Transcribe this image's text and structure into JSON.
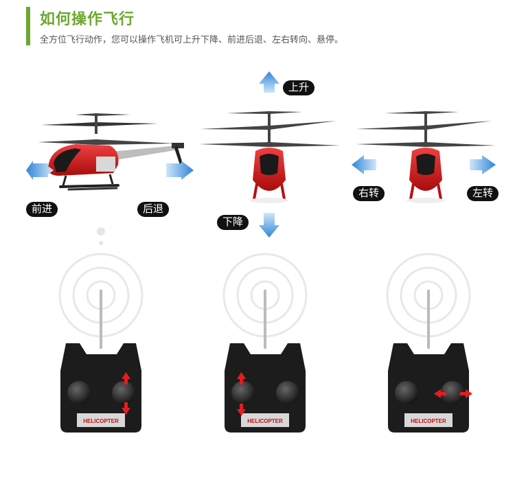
{
  "header": {
    "title": "如何操作飞行",
    "subtitle": "全方位飞行动作，您可以操作飞机可上升下降、前进后退、左右转向、悬停。"
  },
  "labels": {
    "up": "上升",
    "down": "下降",
    "forward": "前进",
    "backward": "后退",
    "turn_right": "右转",
    "turn_left": "左转"
  },
  "remote": {
    "brand_text": "HELICOPTER"
  },
  "colors": {
    "accent_green": "#6ba82e",
    "arrow_blue": "#2f86d6",
    "arrow_red": "#e02020",
    "heli_red": "#d01818"
  }
}
